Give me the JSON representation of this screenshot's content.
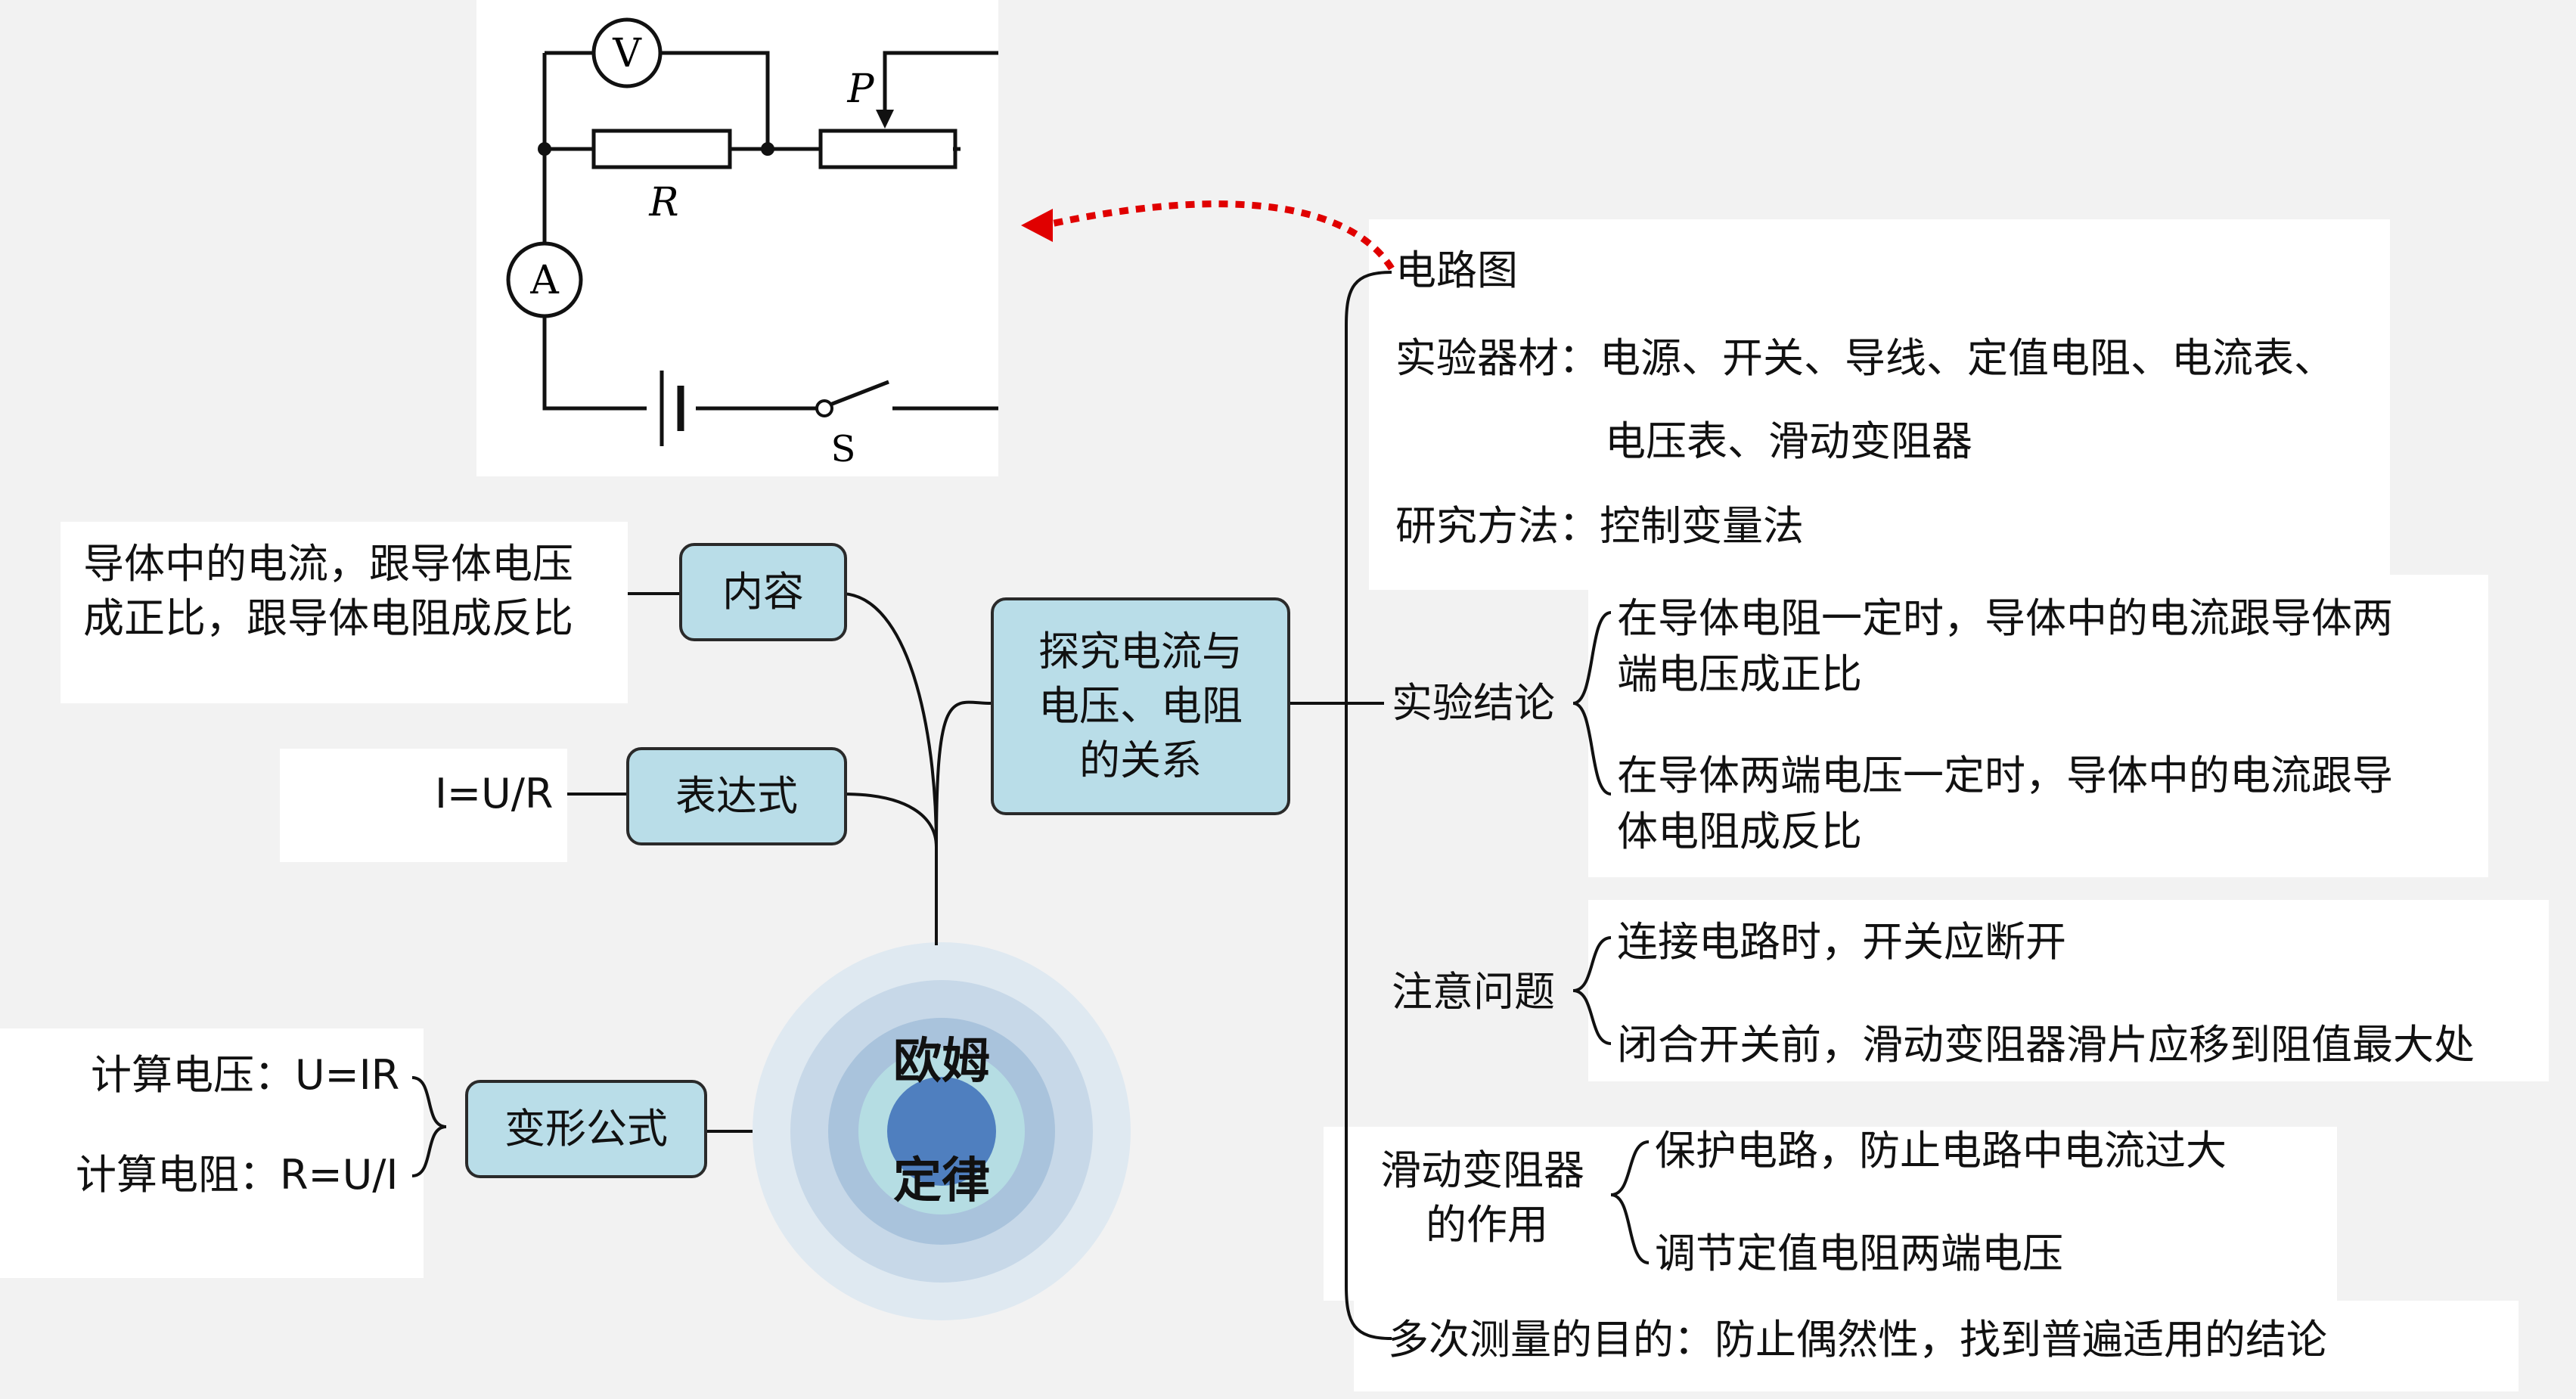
{
  "left_branches": {
    "content_box": "内容",
    "content_text": [
      "导体中的电流，跟导体电压",
      "成正比，跟导体电阻成反比"
    ],
    "expression_box": "表达式",
    "expression_text": "I=U/R",
    "transform_box": "变形公式",
    "transform_items": [
      "计算电压：U=IR",
      "计算电阻：R=U/I"
    ]
  },
  "center": {
    "title_line1": "欧姆",
    "title_line2": "定律",
    "explore_box": [
      "探究电流与",
      "电压、电阻",
      "的关系"
    ]
  },
  "circuit": {
    "voltmeter": "V",
    "ammeter": "A",
    "resistor": "R",
    "slider": "P",
    "switch": "S"
  },
  "right_branches": {
    "circuit_diagram": "电路图",
    "equipment": [
      "实验器材：电源、开关、导线、定值电阻、电流表、",
      "电压表、滑动变阻器"
    ],
    "method": "研究方法：控制变量法",
    "conclusion_label": "实验结论",
    "conclusion_items": [
      [
        "在导体电阻一定时，导体中的电流跟导体两",
        "端电压成正比"
      ],
      [
        "在导体两端电压一定时，导体中的电流跟导",
        "体电阻成反比"
      ]
    ],
    "notes_label": "注意问题",
    "notes_items": [
      "连接电路时，开关应断开",
      "闭合开关前，滑动变阻器滑片应移到阻值最大处"
    ],
    "rheostat_label": [
      "滑动变阻器",
      "的作用"
    ],
    "rheostat_items": [
      "保护电路，防止电路中电流过大",
      "调节定值电阻两端电压"
    ],
    "purpose": "多次测量的目的：防止偶然性，找到普遍适用的结论"
  },
  "colors": {
    "box_fill": "#b9dde8",
    "arrow": "#e00000",
    "core_outer": "#dce8f0",
    "core_inner": "#4f7fbf"
  }
}
